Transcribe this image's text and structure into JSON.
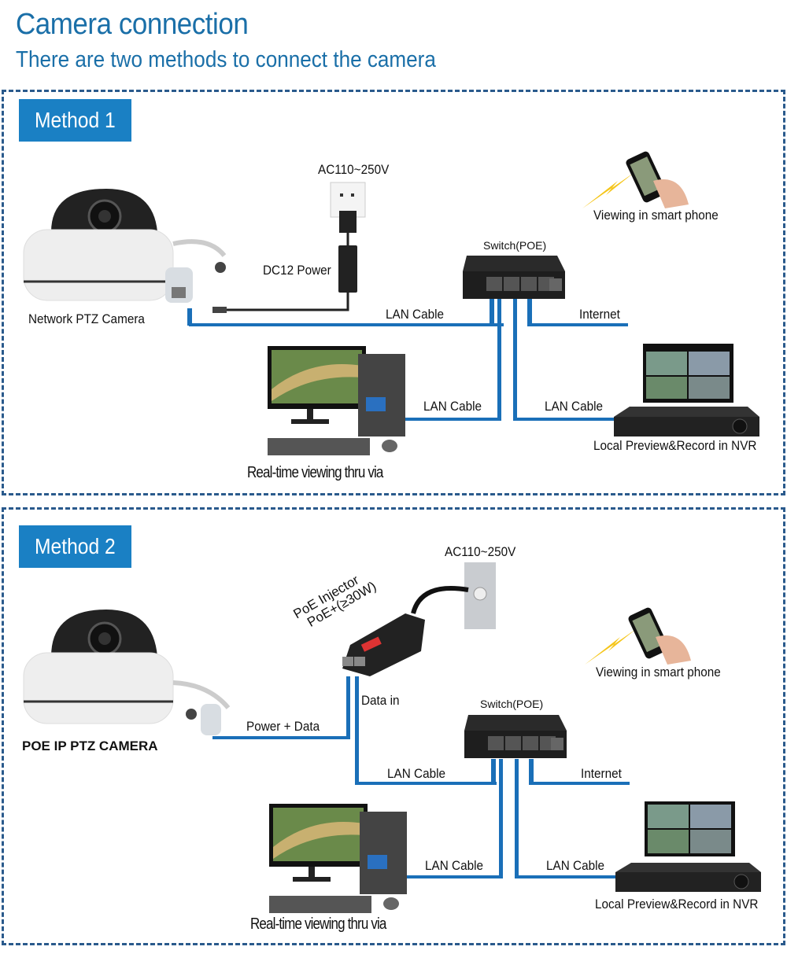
{
  "header": {
    "title": "Camera connection",
    "subtitle": "There are two methods to connect the camera"
  },
  "colors": {
    "accent": "#1a80c4",
    "title": "#1a6fa8",
    "cable": "#1a6fb8",
    "border": "#2a5a8c"
  },
  "method1": {
    "badge": "Method 1",
    "camera_label": "Network PTZ Camera",
    "ac_label": "AC110~250V",
    "dc_label": "DC12 Power",
    "switch_label": "Switch(POE)",
    "phone_label": "Viewing in smart phone",
    "lan_cable_top": "LAN Cable",
    "internet_label": "Internet",
    "lan_cable_pc": "LAN Cable",
    "lan_cable_nvr": "LAN Cable",
    "pc_label": "Real-time viewing thru via",
    "nvr_label": "Local Preview&Record in NVR"
  },
  "method2": {
    "badge": "Method 2",
    "camera_label": "POE IP PTZ CAMERA",
    "ac_label": "AC110~250V",
    "injector_label_1": "PoE Injector",
    "injector_label_2": "PoE+(≥30W)",
    "power_data_label": "Power + Data",
    "data_in_label": "Data in",
    "switch_label": "Switch(POE)",
    "phone_label": "Viewing in smart phone",
    "lan_cable_top": "LAN Cable",
    "internet_label": "Internet",
    "lan_cable_pc": "LAN Cable",
    "lan_cable_nvr": "LAN Cable",
    "pc_label": "Real-time viewing thru via",
    "nvr_label": "Local Preview&Record in NVR"
  }
}
